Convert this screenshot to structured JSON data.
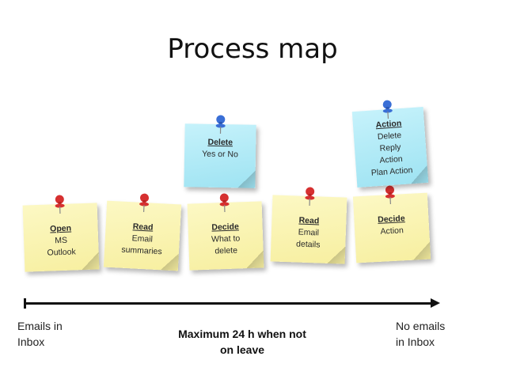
{
  "title": "Process map",
  "notes": [
    {
      "id": "open",
      "head": "Open",
      "lines": [
        "MS",
        "Outlook"
      ],
      "color": "yellow",
      "pin": "red"
    },
    {
      "id": "read-summaries",
      "head": "Read",
      "lines": [
        "Email",
        "summaries"
      ],
      "color": "yellow",
      "pin": "red"
    },
    {
      "id": "decide-delete",
      "head": "Decide",
      "lines": [
        "What to",
        "delete"
      ],
      "color": "yellow",
      "pin": "red"
    },
    {
      "id": "read-details",
      "head": "Read",
      "lines": [
        "Email",
        "details"
      ],
      "color": "yellow",
      "pin": "red"
    },
    {
      "id": "decide-action",
      "head": "Decide",
      "lines": [
        "Action"
      ],
      "color": "yellow",
      "pin": "red"
    },
    {
      "id": "delete",
      "head": "Delete",
      "lines": [
        "Yes or No"
      ],
      "color": "blue",
      "pin": "blue"
    },
    {
      "id": "action",
      "head": "Action",
      "lines": [
        "Delete",
        "Reply",
        "Action",
        "Plan Action"
      ],
      "color": "blue",
      "pin": "blue"
    }
  ],
  "timeline": {
    "start_label": [
      "Emails in",
      "Inbox"
    ],
    "end_label": [
      "No emails",
      "in Inbox"
    ],
    "center_label": [
      "Maximum 24 h when not",
      "on leave"
    ]
  },
  "colors": {
    "yellow_note": "#f8f1aa",
    "blue_note": "#b3ecf7",
    "red_pin": "#d63030",
    "blue_pin": "#3a6fd6"
  }
}
